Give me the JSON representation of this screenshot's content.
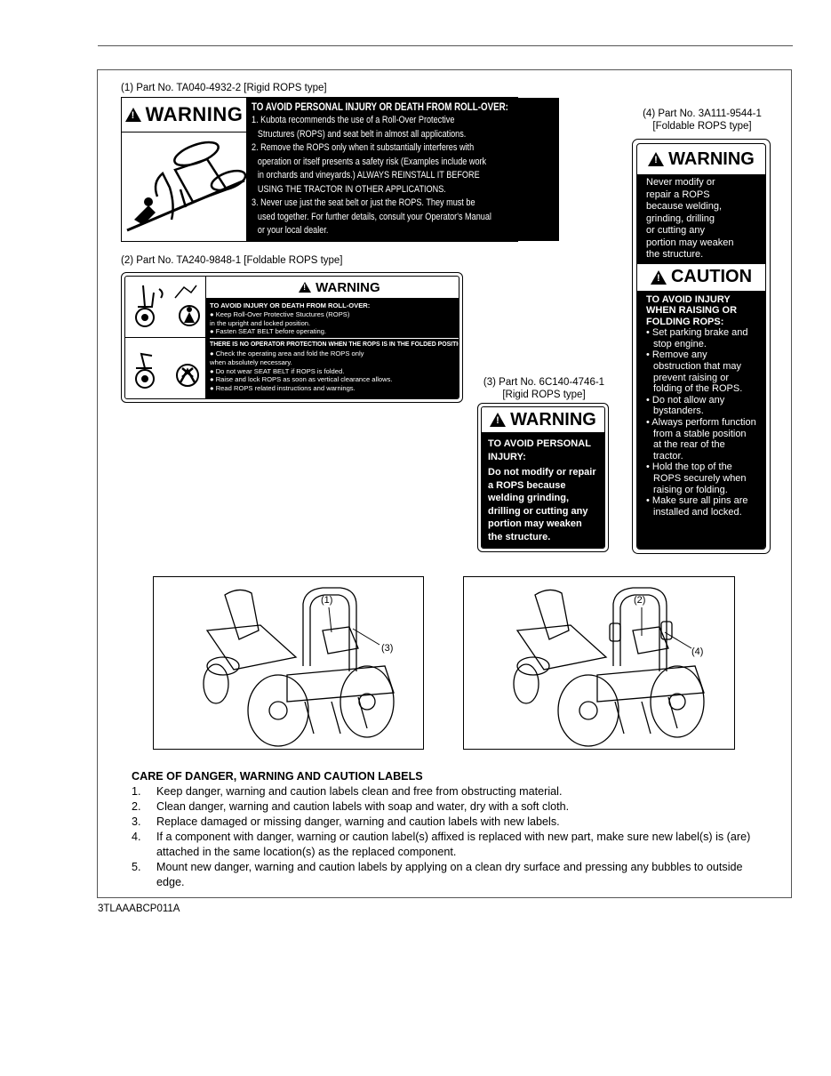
{
  "label1": {
    "caption": "(1) Part No. TA040-4932-2 [Rigid ROPS type]",
    "header": "WARNING",
    "title": "TO AVOID PERSONAL INJURY OR DEATH FROM ROLL-OVER:",
    "items": [
      "1. Kubota recommends the use of a Roll-Over Protective",
      "Structures (ROPS) and seat belt in almost all applications.",
      "2. Remove the ROPS only when it substantially interferes with",
      "operation or itself presents a safety risk (Examples include work",
      "in orchards and vineyards.) ALWAYS REINSTALL IT BEFORE",
      "USING THE TRACTOR IN OTHER APPLICATIONS.",
      "3. Never use just the seat belt or just the ROPS. They must be",
      "used together. For further details, consult your Operator's Manual",
      "or your local dealer."
    ]
  },
  "label2": {
    "caption": "(2) Part No. TA240-9848-1 [Foldable ROPS type]",
    "header": "WARNING",
    "section1": "TO AVOID INJURY OR DEATH FROM ROLL-OVER:",
    "lines1": [
      "● Keep Roll-Over Protective Stuctures (ROPS)",
      "   in the upright and locked position.",
      "● Fasten SEAT BELT before operating."
    ],
    "section2": "THERE IS NO OPERATOR PROTECTION WHEN THE ROPS IS IN THE FOLDED POSITION:",
    "lines2": [
      "● Check the operating area and fold the ROPS only",
      "   when absolutely necessary.",
      "● Do not wear SEAT BELT if ROPS is folded.",
      "● Raise and lock ROPS as soon as vertical clearance allows.",
      "● Read ROPS related instructions and warnings."
    ]
  },
  "label3": {
    "caption_line1": "(3) Part No. 6C140-4746-1",
    "caption_line2": "[Rigid ROPS type]",
    "header": "WARNING",
    "title": "TO AVOID PERSONAL INJURY:",
    "body": "Do not modify or repair a ROPS because welding grinding, drilling or cutting any portion may weaken the structure."
  },
  "label4": {
    "caption_line1": "(4) Part No. 3A111-9544-1",
    "caption_line2": "[Foldable ROPS type]",
    "warning_header": "WARNING",
    "warning_lines": [
      "Never modify or",
      "repair a ROPS",
      "because welding,",
      "grinding, drilling",
      "or cutting any",
      "portion may weaken",
      "the structure."
    ],
    "caution_header": "CAUTION",
    "caution_title": [
      "TO AVOID INJURY",
      "WHEN RAISING OR",
      "FOLDING ROPS:"
    ],
    "caution_items": [
      "• Set parking brake and stop engine.",
      "• Remove any obstruction that may prevent raising or folding of the ROPS.",
      "• Do not allow any bystanders.",
      "• Always perform function from a stable position at the rear of the tractor.",
      "• Hold the top of the ROPS securely when raising or folding.",
      "• Make sure all pins are installed and locked."
    ]
  },
  "figure1": {
    "callout_a": "(1)",
    "callout_b": "(3)"
  },
  "figure2": {
    "callout_a": "(2)",
    "callout_b": "(4)"
  },
  "care": {
    "heading": "CARE OF DANGER, WARNING AND CAUTION LABELS",
    "items": [
      {
        "n": "1.",
        "text": "Keep danger, warning and caution labels clean and free from obstructing material."
      },
      {
        "n": "2.",
        "text": "Clean danger, warning and caution labels with soap and water, dry with a soft cloth."
      },
      {
        "n": "3.",
        "text": "Replace damaged or missing danger, warning and caution labels with new labels."
      },
      {
        "n": "4.",
        "text": "If a component with danger, warning or caution label(s) affixed is replaced with new part, make sure new label(s) is (are) attached in the same location(s) as the replaced component."
      },
      {
        "n": "5.",
        "text": "Mount new danger, warning and caution labels by applying on a clean dry surface and pressing any bubbles to outside edge."
      }
    ]
  },
  "doc_code": "3TLAAABCP011A"
}
